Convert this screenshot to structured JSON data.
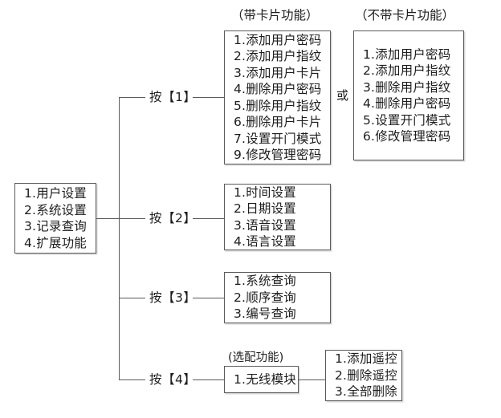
{
  "diagram": {
    "type": "tree-menu-flowchart",
    "root": {
      "name": "root-menu",
      "lines": [
        "1.用户设置",
        "2.系统设置",
        "3.记录查询",
        "4.扩展功能"
      ]
    },
    "branches": [
      {
        "key": "branch-1",
        "label": "按【1】",
        "captions": {
          "primary": "（带卡片功能）",
          "alternate": "（不带卡片功能）"
        },
        "connector": "或",
        "primary_lines": [
          "1.添加用户密码",
          "2.添加用户指纹",
          "3.添加用户卡片",
          "4.删除用户密码",
          "5.删除用户指纹",
          "6.删除用户卡片",
          "7.设置开门模式",
          "9.修改管理密码"
        ],
        "alternate_lines": [
          "1.添加用户密码",
          "2.添加用户指纹",
          "3.删除用户指纹",
          "4.删除用户密码",
          "5.设置开门模式",
          "6.修改管理密码"
        ]
      },
      {
        "key": "branch-2",
        "label": "按【2】",
        "primary_lines": [
          "1.时间设置",
          "2.日期设置",
          "3.语音设置",
          "4.语言设置"
        ]
      },
      {
        "key": "branch-3",
        "label": "按【3】",
        "primary_lines": [
          "1.系统查询",
          "2.顺序查询",
          "3.编号查询"
        ]
      },
      {
        "key": "branch-4",
        "label": "按【4】",
        "captions": {
          "primary": "(选配功能)"
        },
        "primary_lines": [
          "1.无线模块"
        ],
        "sub_lines": [
          "1.添加遥控",
          "2.删除遥控",
          "3.全部删除"
        ]
      }
    ]
  },
  "colors": {
    "background": "#ffffff",
    "line": "#5a5a5a",
    "text": "#1d1d1d",
    "border": "#5a5a5a"
  }
}
